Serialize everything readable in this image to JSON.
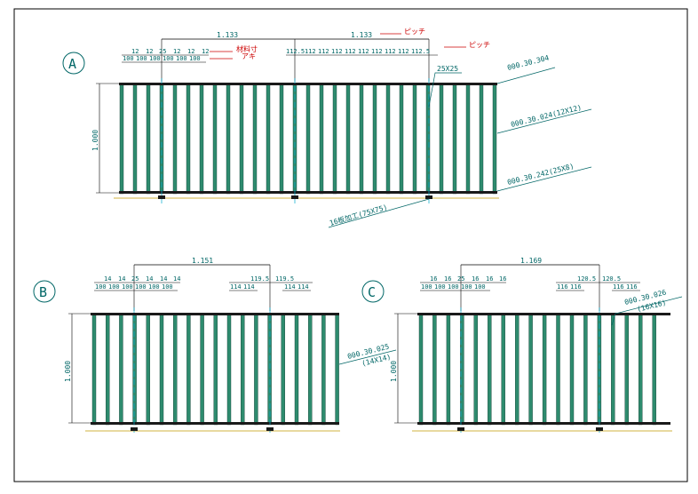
{
  "views": [
    {
      "id": "A",
      "height_label": "1.000",
      "span_labels": [
        "1.133",
        "1.133"
      ],
      "pitch_labels": [
        "12",
        "12",
        "25",
        "12",
        "12",
        "12",
        "112.5",
        "112",
        "112",
        "112",
        "112",
        "112",
        "112",
        "112",
        "112",
        "112.5"
      ],
      "gap_labels": [
        "100",
        "100",
        "100",
        "100",
        "100",
        "100"
      ],
      "annotations": [
        {
          "text": "ピッチ",
          "color": "#cc0000"
        },
        {
          "text": "ピッチ",
          "color": "#cc0000"
        },
        {
          "text": "材料寸",
          "color": "#cc0000"
        },
        {
          "text": "アキ",
          "color": "#cc0000"
        },
        {
          "text": "25X25",
          "color": "#006666"
        },
        {
          "text": "000.30.304",
          "color": "#006666"
        },
        {
          "text": "000.30.024(12X12)",
          "color": "#006666"
        },
        {
          "text": "000.30.242(25X8)",
          "color": "#006666"
        },
        {
          "text": "16板加工(75X75)",
          "color": "#006666"
        }
      ]
    },
    {
      "id": "B",
      "height_label": "1.000",
      "span_labels": [
        "1.151"
      ],
      "pitch_labels": [
        "14",
        "14",
        "25",
        "14",
        "14",
        "14",
        "119.5",
        "119.5"
      ],
      "gap_labels": [
        "100",
        "100",
        "100",
        "100",
        "100",
        "100",
        "114",
        "114",
        "114",
        "114"
      ],
      "annotations": [
        {
          "text": "000.30.025",
          "color": "#006666"
        },
        {
          "text": "(14X14)",
          "color": "#006666"
        }
      ]
    },
    {
      "id": "C",
      "height_label": "1.000",
      "span_labels": [
        "1.169"
      ],
      "pitch_labels": [
        "16",
        "16",
        "25",
        "16",
        "16",
        "16",
        "120.5",
        "120.5"
      ],
      "gap_labels": [
        "100",
        "100",
        "100",
        "100",
        "100",
        "116",
        "116",
        "116",
        "116"
      ],
      "annotations": [
        {
          "text": "000.30.026",
          "color": "#006666"
        },
        {
          "text": "(16X16)",
          "color": "#006666"
        }
      ]
    }
  ],
  "colors": {
    "dim_line": "#000000",
    "dim_text": "#006666",
    "bar": "#2e8b6e",
    "rail": "#1a1a1a",
    "center_line": "#00aacc",
    "ground": "#e8d9a0",
    "note_red": "#cc0000",
    "frame": "#000000"
  }
}
